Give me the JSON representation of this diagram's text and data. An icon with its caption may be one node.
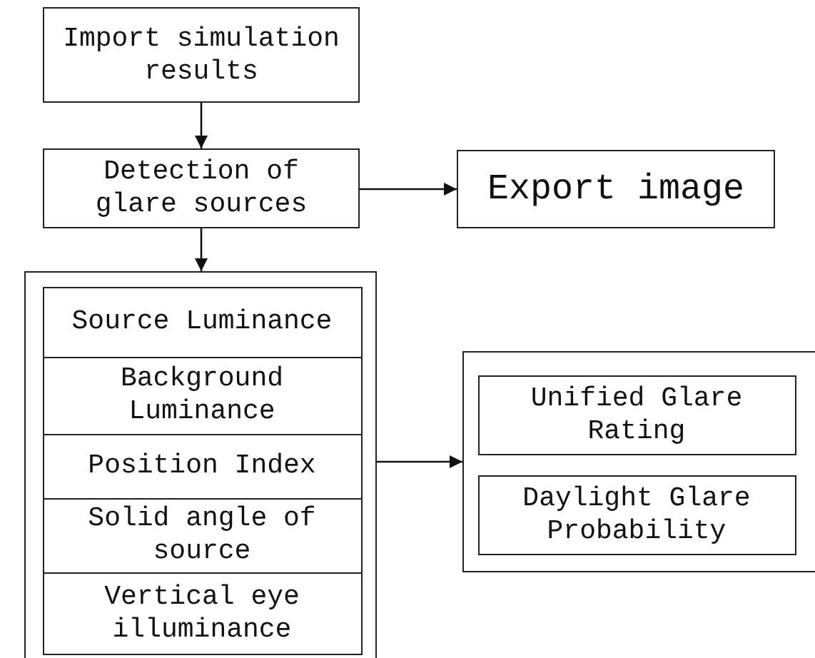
{
  "diagram": {
    "nodes": [
      {
        "text": [
          "Import simulation results"
        ]
      },
      {
        "text": [
          "Detection of glare sources"
        ]
      },
      {
        "text": [
          "Export image"
        ]
      },
      {
        "text": [],
        "shape": "box"
      },
      {
        "text": [
          "Source Luminance"
        ],
        "in": 3
      },
      {
        "text": [
          "Background Luminance"
        ],
        "in": 3
      },
      {
        "text": [
          "Position Index"
        ],
        "in": 3
      },
      {
        "text": [
          "Solid angle of source"
        ],
        "in": 3
      },
      {
        "text": [
          "Vertical eye illuminance"
        ],
        "in": 3
      },
      {
        "text": [],
        "shape": "box"
      },
      {
        "text": [
          "Unified Glare Rating"
        ],
        "in": 9
      },
      {
        "text": [
          "Daylight Glare Probability"
        ],
        "in": 9
      }
    ],
    "edges": [
      {
        "from": 0,
        "to": 1,
        "arrow": "to"
      },
      {
        "from": 1,
        "to": 2,
        "arrow": "to"
      },
      {
        "from": 1,
        "to": 3,
        "arrow": "to"
      },
      {
        "from": 3,
        "to": 9,
        "arrow": "to"
      }
    ]
  }
}
